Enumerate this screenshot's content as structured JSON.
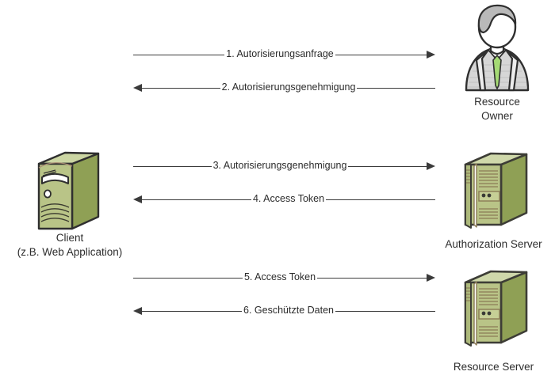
{
  "diagram": {
    "title_text": "",
    "colors": {
      "server_front": "#b9c487",
      "server_side": "#8fa055",
      "server_top": "#cfd8aa",
      "outline": "#3d3d36",
      "tie_green": "#a5da74",
      "suit_grey": "#d3d3d3",
      "line": "#3a3a3a",
      "text": "#2b2b2b",
      "background": "#ffffff"
    }
  },
  "actors": [
    {
      "id": "resource-owner",
      "icon": "person-icon",
      "label_lines": [
        "Resource",
        "Owner"
      ]
    },
    {
      "id": "client",
      "icon": "desktop-tower-icon",
      "label_lines": [
        "Client",
        "(z.B. Web Application)"
      ]
    },
    {
      "id": "authorization-server",
      "icon": "server-rack-icon",
      "label_lines": [
        "Authorization Server"
      ]
    },
    {
      "id": "resource-server",
      "icon": "server-rack-icon",
      "label_lines": [
        "Resource Server"
      ]
    }
  ],
  "flows": [
    {
      "id": "flow-1",
      "label": "1. Autorisierungsanfrage",
      "direction": "right"
    },
    {
      "id": "flow-2",
      "label": "2. Autorisierungsgenehmigung",
      "direction": "left"
    },
    {
      "id": "flow-3",
      "label": "3. Autorisierungsgenehmigung",
      "direction": "right"
    },
    {
      "id": "flow-4",
      "label": "4. Access Token",
      "direction": "left"
    },
    {
      "id": "flow-5",
      "label": "5. Access Token",
      "direction": "right"
    },
    {
      "id": "flow-6",
      "label": "6. Geschützte Daten",
      "direction": "left"
    }
  ]
}
